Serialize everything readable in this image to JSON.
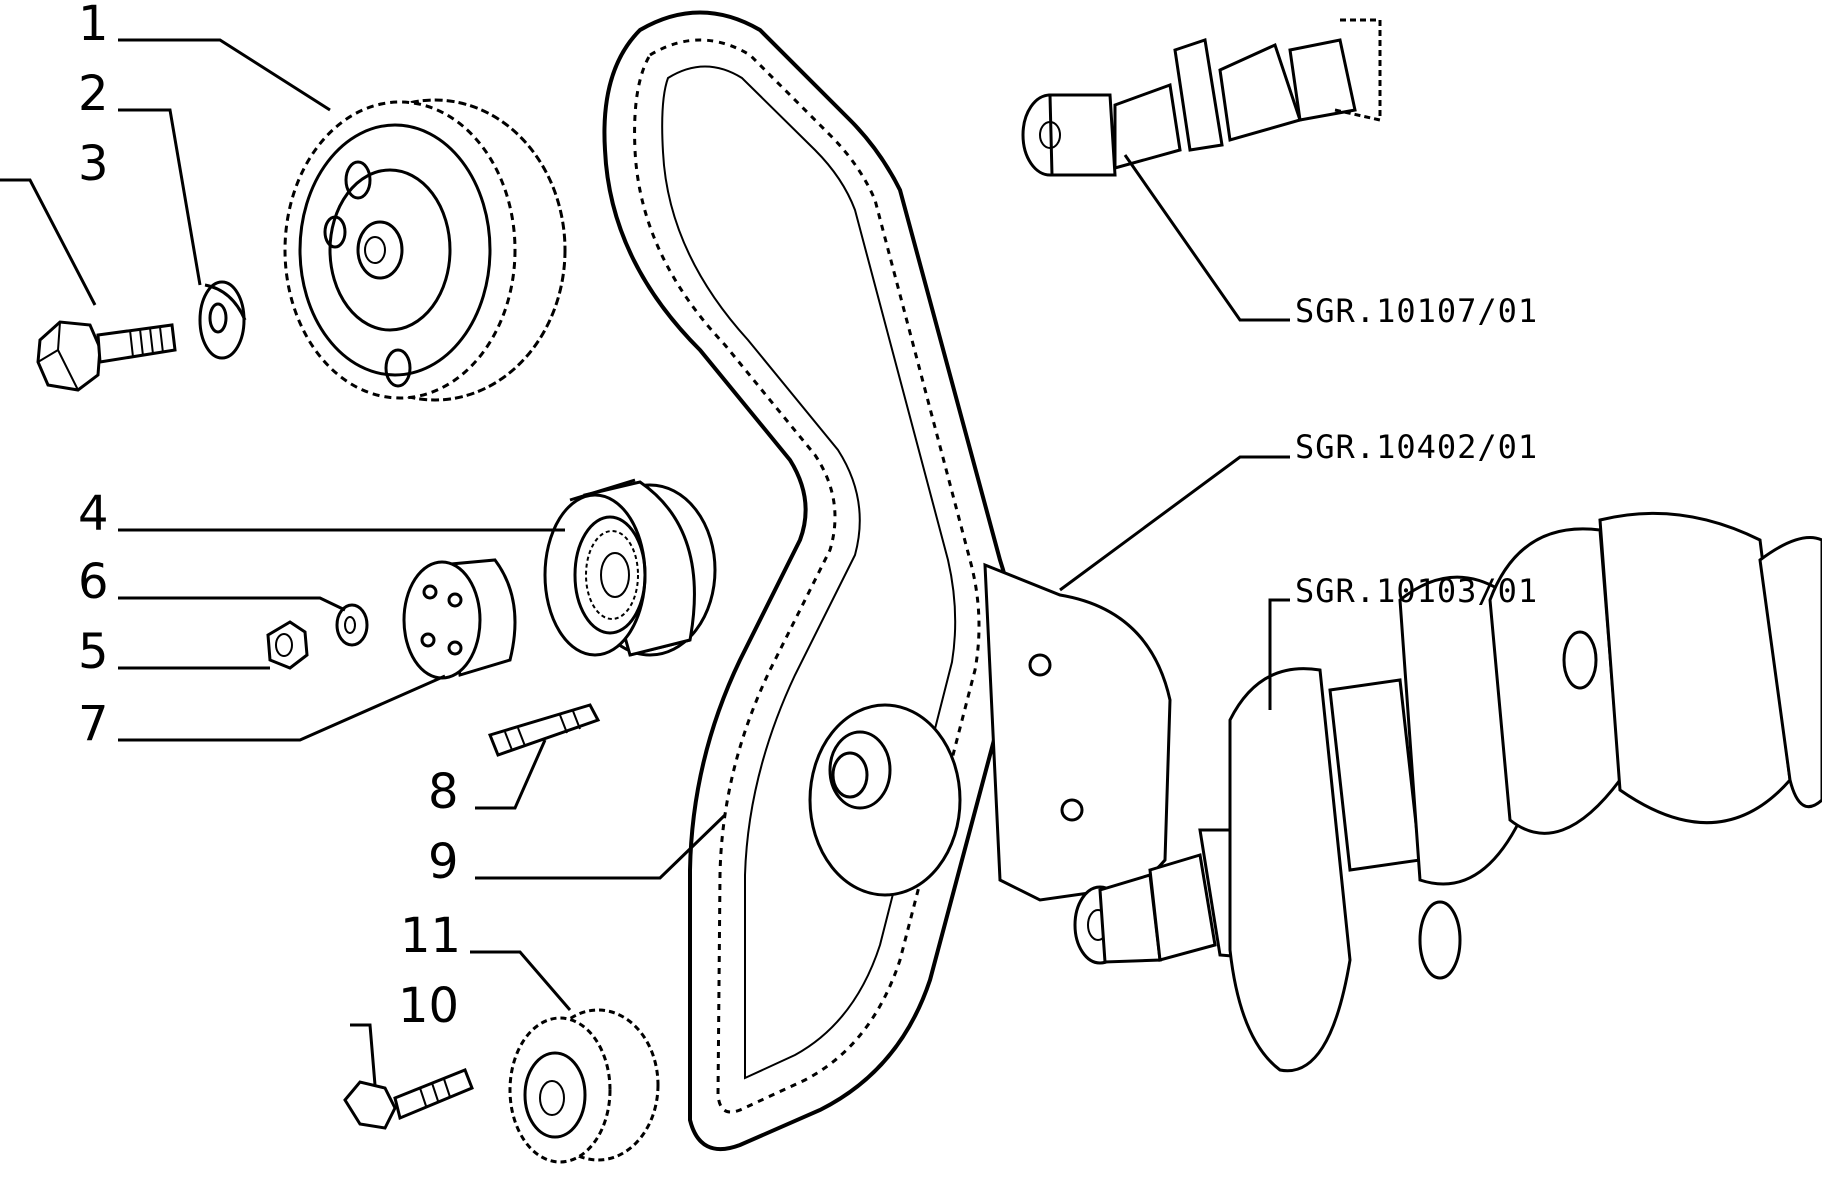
{
  "callouts": {
    "c1": "1",
    "c2": "2",
    "c3": "3",
    "c4": "4",
    "c5": "5",
    "c6": "6",
    "c7": "7",
    "c8": "8",
    "c9": "9",
    "c10": "10",
    "c11": "11"
  },
  "references": {
    "camshaft": "SGR.10107/01",
    "cover": "SGR.10402/01",
    "crankshaft": "SGR.10103/01"
  },
  "icons": {
    "camshaft_pulley": "toothed-pulley-large",
    "washer": "flat-washer",
    "bolt": "hex-bolt",
    "tensioner": "tensioner-bearing",
    "nut": "hex-nut",
    "small_washer": "flat-washer-small",
    "eccentric_bushing": "eccentric-bushing",
    "stud": "threaded-stud",
    "belt": "toothed-timing-belt",
    "crank_bolt": "flange-bolt",
    "crank_pulley": "toothed-pulley-small",
    "camshaft": "camshaft",
    "oil_pump": "oil-pump-housing",
    "crankshaft": "crankshaft"
  }
}
